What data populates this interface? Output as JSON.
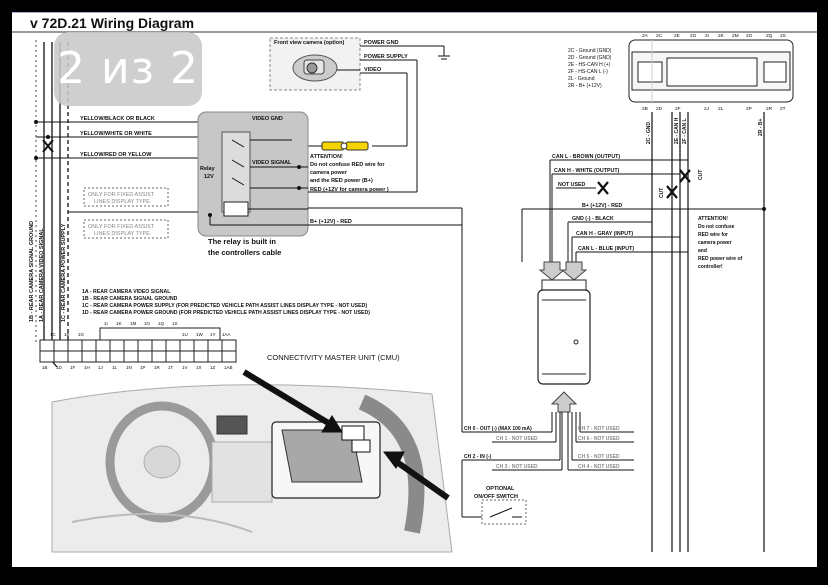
{
  "title": "v 72D.21 Wiring Diagram",
  "page_counter": "2 из 2",
  "camera": {
    "label": "Front view camera (option)",
    "wires": [
      "POWER GND",
      "POWER SUPPLY",
      "VIDEO"
    ]
  },
  "left_wires": [
    "YELLOW/BLACK OR BLACK",
    "YELLOW/WHITE OR WHITE",
    "YELLOW/RED OR YELLOW"
  ],
  "relay": {
    "label_line1": "Relay",
    "label_line2": "12V",
    "video_gnd": "VIDEO GND",
    "video_signal": "VIDEO SIGNAL",
    "note_line1": "The relay is built in",
    "note_line2": "the controllers cable"
  },
  "attention1": {
    "lines": [
      "ATTENTION!",
      "Do not confuse  RED wire for",
      "camera power",
      "and the RED power (B+)"
    ],
    "red_wire": "RED (+12V for camera power )"
  },
  "b_plus_red": "B+ (+12V) - RED",
  "fixed_assist": [
    "ONLY FOR FIXED ASSIST",
    "LINES DISPLAY TYPE"
  ],
  "vertical_labels": [
    "1B - REAR CAMERA SIGNAL GROUND",
    "1A - REAR CAMERA VIDEO SIGNAL",
    "1C - REAR CAMERA POWER SUPPLY"
  ],
  "legend": [
    "1A - REAR CAMERA VIDEO SIGNAL",
    "1B - REAR CAMERA SIGNAL GROUND",
    "1C - REAR CAMERA POWER SUPPLY (FOR PREDICTED VEHICLE PATH ASSIST LINES DISPLAY TYPE - NOT USED)",
    "1D - REAR CAMERA POWER GROUND (FOR PREDICTED VEHICLE PATH ASSIST LINES DISPLAY TYPE - NOT USED)"
  ],
  "connector1_top": [
    "1I",
    "1K",
    "1M",
    "1O",
    "1Q",
    "1S"
  ],
  "connector1_top2": [
    "1C",
    "1E",
    "1G",
    "1U",
    "1W",
    "1Y",
    "1AA"
  ],
  "connector1_bottom": [
    "1B",
    "1D",
    "1F",
    "1H",
    "1J",
    "1L",
    "1N",
    "1P",
    "1R",
    "1T",
    "1V",
    "1X",
    "1Z",
    "1AB"
  ],
  "cmu_label": "CONNECTIVITY MASTER UNIT (CMU)",
  "connector2": {
    "legend": [
      "2C - Ground (GND)",
      "2D - Ground (GND)",
      "2E - HS-CAN H (+)",
      "2F - HS-CAN L (-)",
      "2L - Ground",
      "2R - B+ (+12V)"
    ],
    "top_pins": [
      "2A",
      "2C",
      "2E",
      "2G",
      "2I",
      "2K",
      "2M",
      "2O",
      "2Q",
      "2S"
    ],
    "bottom_pins": [
      "2B",
      "2D",
      "2F",
      "2J",
      "2L",
      "2P",
      "2R",
      "2T"
    ],
    "vertical": [
      "2C - GND",
      "2E - CAN H",
      "2F - CAN L",
      "2R - B+"
    ]
  },
  "module_wires": [
    "CAN L - BROWN (OUTPUT)",
    "CAN H - WHITE (OUTPUT)",
    "NOT USED",
    "B+ (+12V) - RED",
    "GND (-) - BLACK",
    "CAN H - GRAY (INPUT)",
    "CAN L - BLUE (INPUT)"
  ],
  "cut_labels": [
    "CUT",
    "CUT"
  ],
  "attention2": [
    "ATTENTION!",
    "Do not confuse",
    "RED wire for",
    "camera power",
    "and",
    "RED power wire of",
    "controller!"
  ],
  "channels_left": [
    "CH 0 - OUT (-) (MAX 100 mA)",
    "CH 1 - NOT USED",
    "CH 2 - IN (-)",
    "CH 3 - NOT USED"
  ],
  "channels_right": [
    "CH 7 - NOT USED",
    "CH 6 - NOT USED",
    "CH 5 - NOT USED",
    "CH 4 - NOT USED"
  ],
  "switch_label": [
    "OPTIONAL",
    "ON/OFF SWITCH"
  ]
}
